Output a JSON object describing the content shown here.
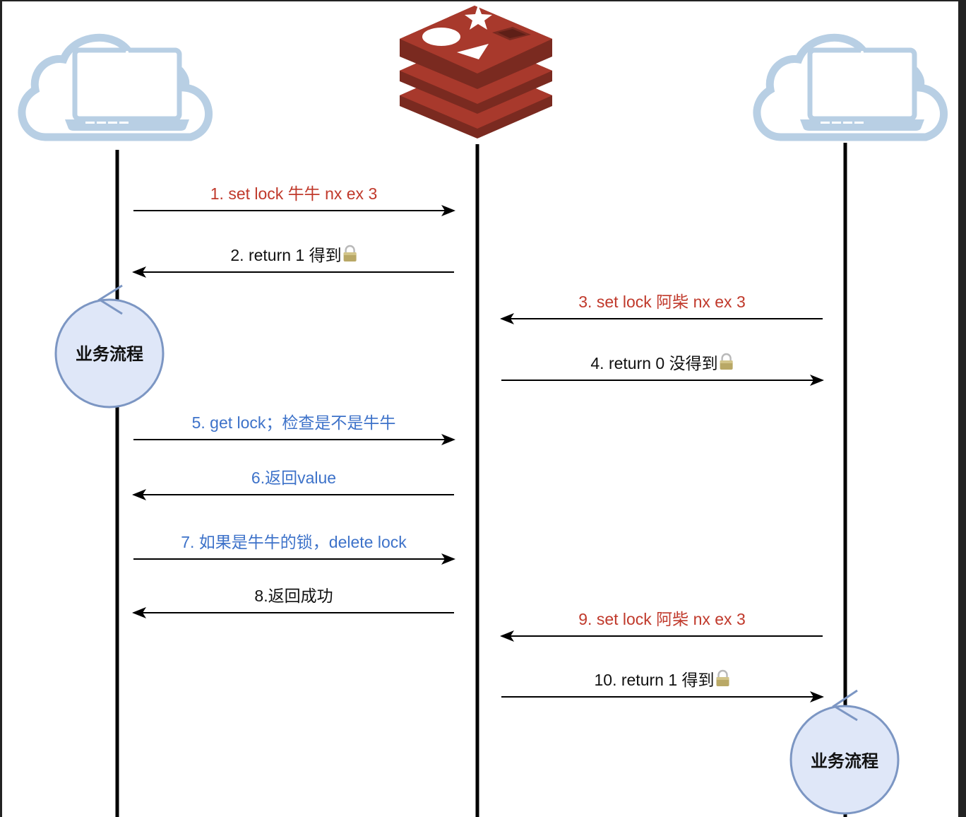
{
  "colors": {
    "background": "#ffffff",
    "frame": "#232323",
    "lifeline": "#000000",
    "client_icon": "#b8cfe4",
    "redis_red": "#a8392c",
    "redis_dark": "#7a2a20",
    "process_fill": "#dfe7f8",
    "process_stroke": "#7c96c3",
    "red_text": "#c0392b",
    "blue_text": "#3d72c9",
    "black_text": "#111111"
  },
  "participants": [
    {
      "id": "client-a",
      "icon": "cloud-laptop-icon",
      "label": ""
    },
    {
      "id": "redis",
      "icon": "redis-logo-icon",
      "label": ""
    },
    {
      "id": "client-b",
      "icon": "cloud-laptop-icon",
      "label": ""
    }
  ],
  "process_nodes": [
    {
      "label": "业务流程",
      "on": "client-a"
    },
    {
      "label": "业务流程",
      "on": "client-b"
    }
  ],
  "messages": [
    {
      "step": 1,
      "text": "1. set lock 牛牛 nx ex 3",
      "from": "client-a",
      "to": "redis",
      "color": "red",
      "lock_icon": false
    },
    {
      "step": 2,
      "text": "2. return 1  得到",
      "from": "redis",
      "to": "client-a",
      "color": "black",
      "lock_icon": true
    },
    {
      "step": 3,
      "text": "3. set lock 阿柴 nx ex 3",
      "from": "client-b",
      "to": "redis",
      "color": "red",
      "lock_icon": false
    },
    {
      "step": 4,
      "text": "4. return 0 没得到",
      "from": "redis",
      "to": "client-b",
      "color": "black",
      "lock_icon": true
    },
    {
      "step": 5,
      "text": "5. get lock；检查是不是牛牛",
      "from": "client-a",
      "to": "redis",
      "color": "blue",
      "lock_icon": false
    },
    {
      "step": 6,
      "text": "6.返回value",
      "from": "redis",
      "to": "client-a",
      "color": "blue",
      "lock_icon": false
    },
    {
      "step": 7,
      "text": "7. 如果是牛牛的锁，delete lock",
      "from": "client-a",
      "to": "redis",
      "color": "blue",
      "lock_icon": false
    },
    {
      "step": 8,
      "text": "8.返回成功",
      "from": "redis",
      "to": "client-a",
      "color": "black",
      "lock_icon": false
    },
    {
      "step": 9,
      "text": "9. set lock 阿柴 nx ex 3",
      "from": "client-b",
      "to": "redis",
      "color": "red",
      "lock_icon": false
    },
    {
      "step": 10,
      "text": "10. return 1 得到",
      "from": "redis",
      "to": "client-b",
      "color": "black",
      "lock_icon": true
    }
  ]
}
